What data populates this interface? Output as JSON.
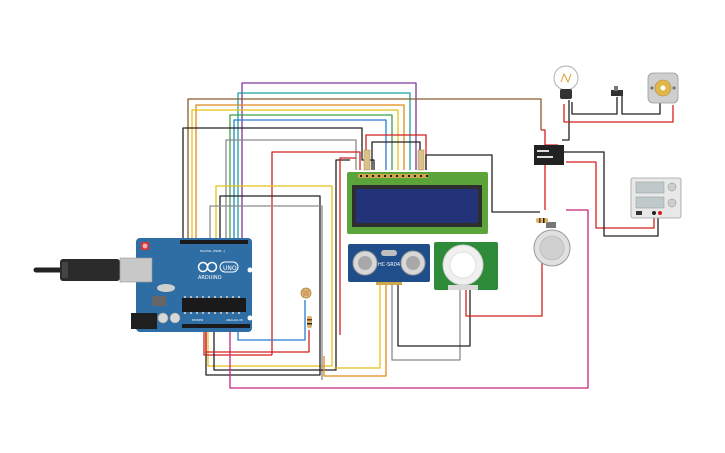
{
  "components": {
    "arduino": {
      "logo_text": "ARDUINO",
      "model": "UNO",
      "digital_label": "DIGITAL (PWM~)",
      "power_label": "POWER",
      "analog_label": "ANALOG IN",
      "color": "#2f6ea5"
    },
    "lcd": {
      "color": "#5aa43a"
    },
    "ultrasonic": {
      "label": "HC-SR04",
      "color": "#1f4e8a"
    },
    "pir": {
      "color": "#2e8b3a"
    },
    "relay": {
      "color": "#222222"
    },
    "power_supply": {
      "color": "#e8e8e8"
    }
  },
  "wire_colors": {
    "red": "#d32020",
    "black": "#222222",
    "yellow": "#e3c21b",
    "orange": "#e08a1a",
    "green": "#3aa24a",
    "blue": "#2a7bd0",
    "purple": "#7a3a9a",
    "brown": "#8b5a2b",
    "grey": "#8a8a8a",
    "magenta": "#c2247f",
    "teal": "#1ea0a0"
  }
}
